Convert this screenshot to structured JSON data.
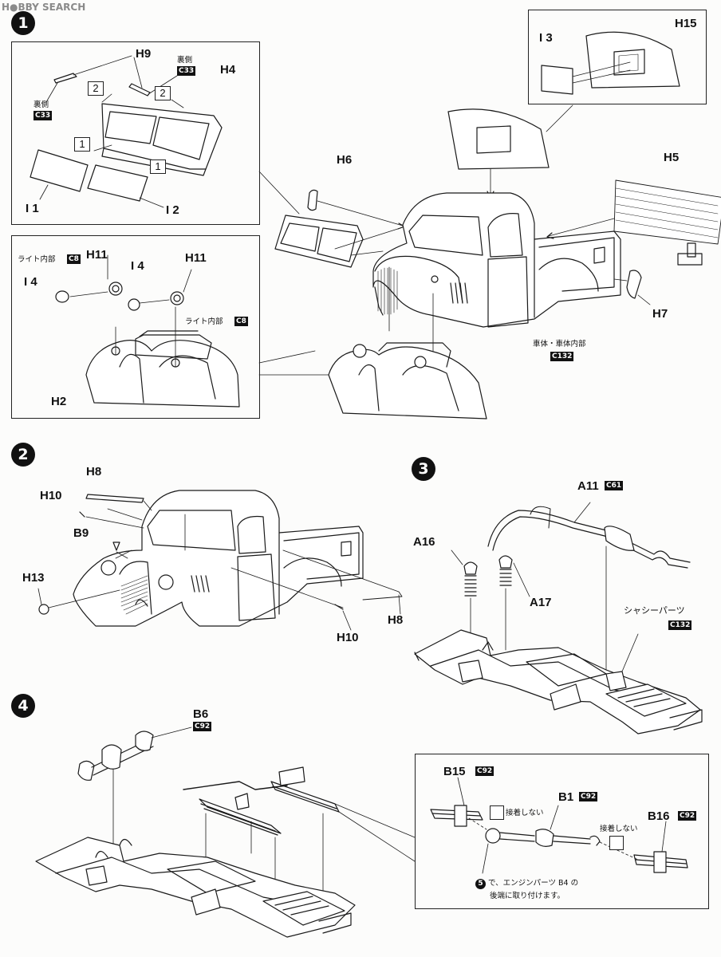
{
  "watermark": "H●BBY SEARCH",
  "steps": [
    "1",
    "2",
    "3",
    "4"
  ],
  "step1": {
    "H9": "H9",
    "ura_label": "裏側",
    "C33": "C33",
    "H4": "H4",
    "I1": "I 1",
    "I2": "I 2",
    "n1": "1",
    "n2": "2",
    "H15": "H15",
    "I3": "I 3",
    "H6": "H6",
    "H5": "H5",
    "H7": "H7",
    "light_inner": "ライト内部",
    "light_inner2": "ライト内部",
    "C8": "C8",
    "H11": "H11",
    "I4": "I 4",
    "H2": "H2",
    "body_label": "車体・車体内部",
    "C132": "C132"
  },
  "step2": {
    "H8": "H8",
    "H10": "H10",
    "B9": "B9",
    "H13": "H13"
  },
  "step3": {
    "A11": "A11",
    "C61": "C61",
    "A16": "A16",
    "A17": "A17",
    "chassis": "シャシーパーツ",
    "C132": "C132"
  },
  "step4": {
    "B6": "B6",
    "C92": "C92",
    "B15": "B15",
    "B1": "B1",
    "B16": "B16",
    "no_glue": "接着しない",
    "note_line1": "で、エンジンパーツ B4 の",
    "note_line2": "後端に取り付けます。",
    "note_step": "5"
  }
}
